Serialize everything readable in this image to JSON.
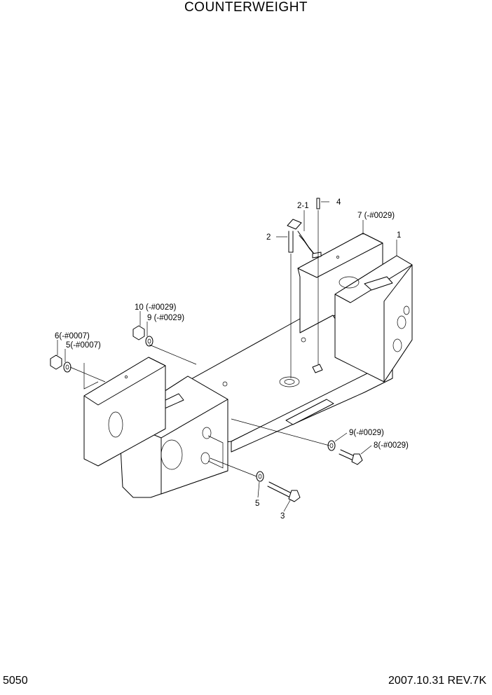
{
  "title": "COUNTERWEIGHT",
  "footer": {
    "page_number": "5050",
    "date_rev": "2007.10.31  REV.7K"
  },
  "callouts": {
    "p1": "1",
    "p2": "2",
    "p2_1": "2-1",
    "p3": "3",
    "p4": "4",
    "p5": "5",
    "p7": "7 (-#0029)",
    "p10": "10 (-#0029)",
    "p9_top": "9 (-#0029)",
    "p6": "6(-#0007)",
    "p5_top": "5(-#0007)",
    "p9_right": "9(-#0029)",
    "p8": "8(-#0029)"
  }
}
